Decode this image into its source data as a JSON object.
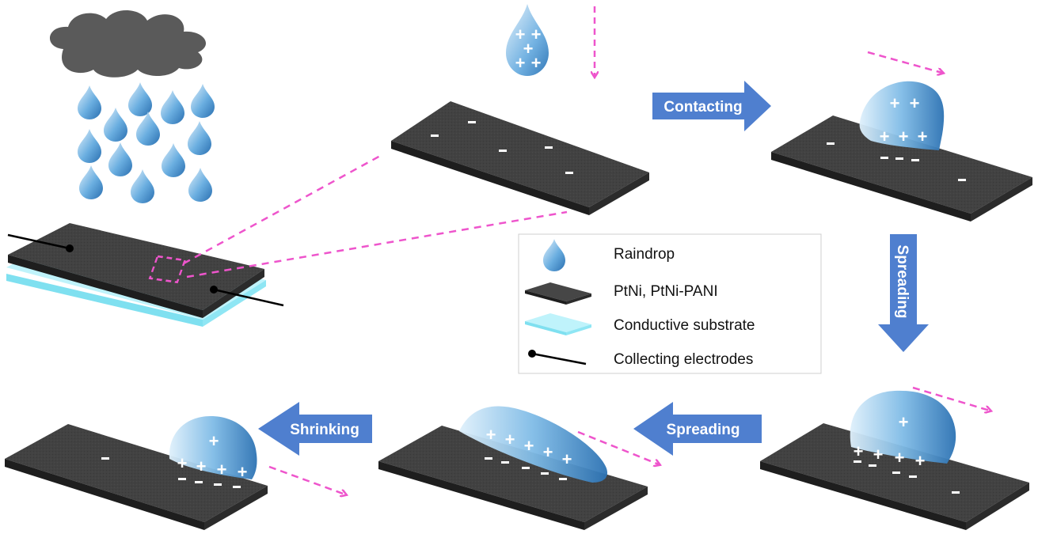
{
  "process_arrows": {
    "contacting": "Contacting",
    "spreading_down": "Spreading",
    "spreading_left": "Spreading",
    "shrinking": "Shrinking"
  },
  "legend": {
    "items": [
      {
        "label": "Raindrop",
        "icon": "raindrop-icon"
      },
      {
        "label": "PtNi, PtNi-PANI",
        "icon": "film-icon"
      },
      {
        "label": "Conductive substrate",
        "icon": "substrate-icon"
      },
      {
        "label": "Collecting electrodes",
        "icon": "electrode-icon"
      }
    ]
  },
  "colors": {
    "film": "#3e3e3e",
    "film_side": "#1f1f1f",
    "substrate": "#bff3fb",
    "arrow_fill": "#4f7fcf",
    "dashed_guide": "#ee55cc",
    "drop_light": "#d8ecfa",
    "drop_dark": "#2f78b8",
    "cloud": "#5e5e5e"
  }
}
